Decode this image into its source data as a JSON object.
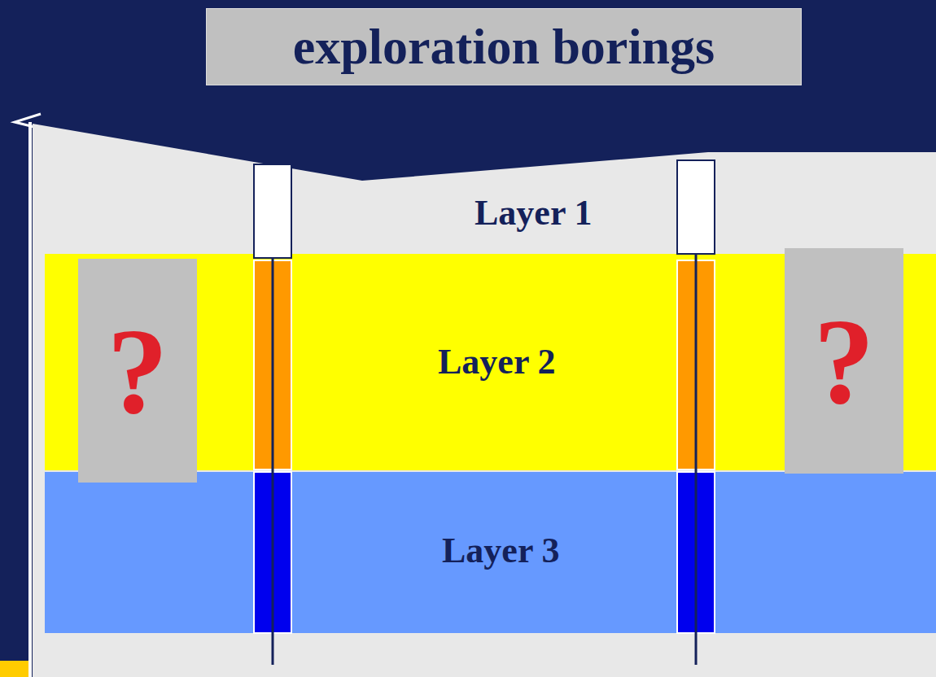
{
  "diagram": {
    "title": "exploration borings",
    "nodes": [
      {
        "text": [
          "Layer 1"
        ]
      },
      {
        "text": [
          "?"
        ]
      },
      {
        "text": [
          "Layer 2"
        ]
      },
      {
        "text": [
          "?"
        ]
      },
      {
        "text": [
          "Layer 3"
        ]
      }
    ]
  }
}
